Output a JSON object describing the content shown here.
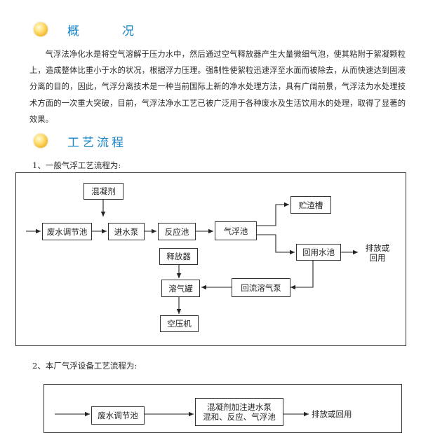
{
  "section1": {
    "title": "概　况",
    "icon": "sun-bullet-icon"
  },
  "intro": "气浮法净化水是将空气溶解于压力水中，然后通过空气释放器产生大量微细气泡，使其粘附于絮凝颗粒上，造成整体比重小于水的状况，根据浮力压理。强制性使絮粒迅速浮至水面而被除去，从而快速达到固液分离的目的，因此，气浮分离技术是一种当前国际上新的净水处理方法，具有广阔前景，气浮法为水处理技术方面的一次重大突破，目前，气浮法净水工艺已被广泛用于各种废水及生活饮用水的处理，取得了显著的效果。",
  "section2": {
    "title": "工艺流程",
    "icon": "sun-bullet-icon"
  },
  "flow1": {
    "caption": "1、一般气浮工艺流程为:",
    "nodes": {
      "coagulant": "混凝剂",
      "wastewater_tank": "废水调节池",
      "feed_pump": "进水泵",
      "reaction_tank": "反应池",
      "flotation_tank": "气浮池",
      "sludge_tank": "贮渣槽",
      "reuse_pool": "回用水池",
      "release": "释放器",
      "dissolve_tank": "溶气罐",
      "return_pump": "回流溶气泵",
      "compressor": "空压机"
    },
    "discharge": [
      "排放或",
      "回用"
    ]
  },
  "flow2": {
    "caption": "2、本厂气浮设备工艺流程为:",
    "nodes": {
      "wastewater_tank": "废水调节池",
      "integrated_line1": "混凝剂加注进水泵",
      "integrated_line2": "混和、反应、气浮池"
    },
    "discharge": "排放或回用"
  }
}
